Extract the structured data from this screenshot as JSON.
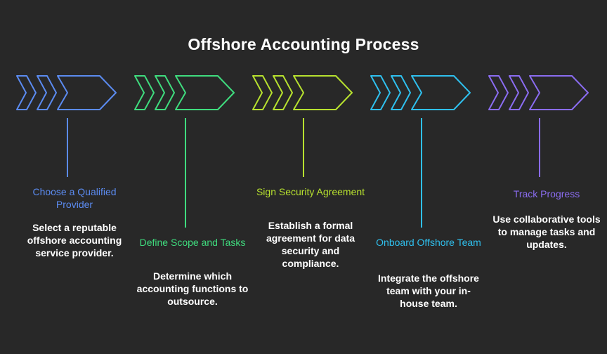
{
  "title": "Offshore Accounting Process",
  "steps": [
    {
      "heading": "Choose a Qualified Provider",
      "description": "Select a reputable offshore accounting service provider.",
      "color": "#5b8bf0"
    },
    {
      "heading": "Define Scope and Tasks",
      "description": "Determine which accounting functions to outsource.",
      "color": "#3fdc7e"
    },
    {
      "heading": "Sign Security Agreement",
      "description": "Establish a formal agreement for data security and compliance.",
      "color": "#b7e12f"
    },
    {
      "heading": "Onboard Offshore Team",
      "description": "Integrate the offshore team with your in-house team.",
      "color": "#2fc0ee"
    },
    {
      "heading": "Track Progress",
      "description": "Use collaborative tools to manage tasks and updates.",
      "color": "#8a6cf0"
    }
  ]
}
